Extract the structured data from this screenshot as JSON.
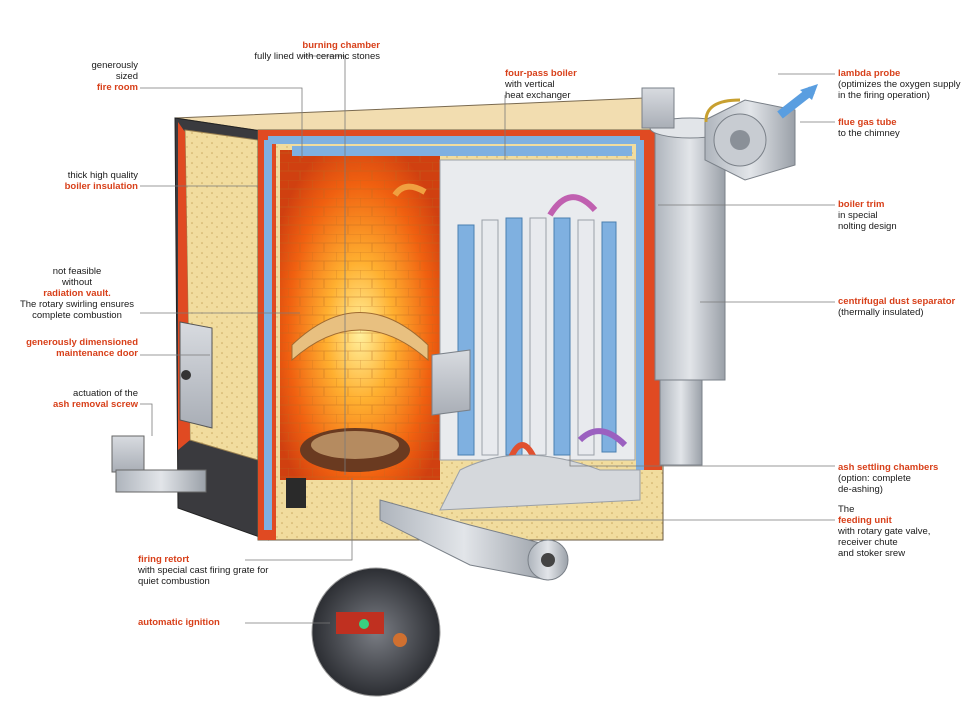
{
  "labels": {
    "fire_room": {
      "pre": [
        "generously",
        "sized"
      ],
      "title": "fire room"
    },
    "burning_chamber": {
      "title": "burning chamber",
      "desc": [
        "fully lined with ceramic stones"
      ]
    },
    "four_pass": {
      "title": "four-pass boiler",
      "desc": [
        "with vertical",
        "heat exchanger"
      ]
    },
    "lambda": {
      "title": "lambda probe",
      "desc": [
        "(optimizes the oxygen supply",
        "in the firing operation)"
      ]
    },
    "flue_gas": {
      "title": "flue gas tube",
      "desc": [
        "to the chimney"
      ]
    },
    "insulation": {
      "pre": [
        "thick high quality"
      ],
      "title": "boiler insulation"
    },
    "boiler_trim": {
      "title": "boiler trim",
      "desc": [
        "in special",
        "nolting design"
      ]
    },
    "radiation": {
      "pre": [
        "not feasible",
        "without"
      ],
      "title": "radiation vault.",
      "desc": [
        "The rotary swirling ensures",
        "complete combustion"
      ]
    },
    "dust_sep": {
      "title": "centrifugal dust separator",
      "desc": [
        "(thermally insulated)"
      ]
    },
    "door": {
      "title": "generously dimensioned",
      "title2": "maintenance door"
    },
    "ash_screw": {
      "pre": [
        "actuation of the"
      ],
      "title": "ash removal screw"
    },
    "ash_chambers": {
      "title": "ash settling chambers",
      "desc": [
        "(option: complete",
        "de-ashing)"
      ]
    },
    "feeding": {
      "pre": [
        "The"
      ],
      "title": "feeding unit",
      "desc": [
        "with rotary gate valve,",
        "receiver chute",
        "and stoker srew"
      ]
    },
    "retort": {
      "title": "firing retort",
      "desc": [
        "with special cast firing grate for",
        "quiet combustion"
      ]
    },
    "ignition": {
      "title": "automatic ignition"
    }
  },
  "colors": {
    "accent": "#d8401a",
    "frame": "#e04a22",
    "pipe": "#7fb0e0",
    "flame": "#ff7a10",
    "insulation": "#f1dc9e",
    "steel": "#c8ccd2"
  }
}
